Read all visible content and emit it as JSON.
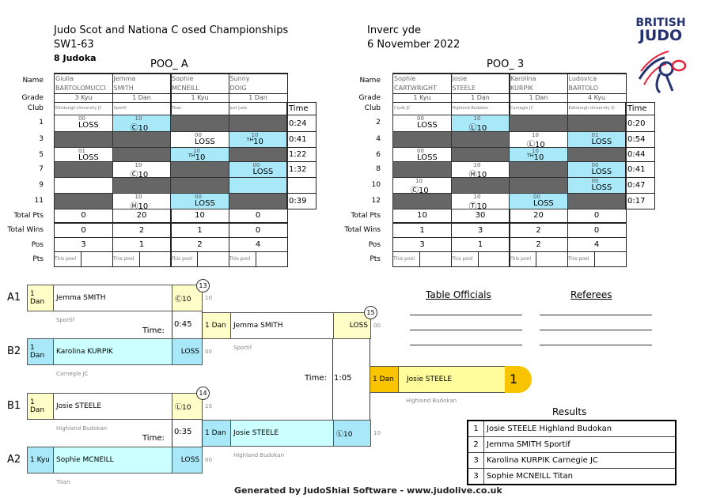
{
  "header": {
    "title": "Judo Scot and Nationa  C osed Championships",
    "category": "SW1-63",
    "judoka_count": "8 Judoka",
    "venue": "Inverc yde",
    "date": "6 November 2022"
  },
  "logo": {
    "line1": "BRITISH",
    "line2": "JUDO",
    "colors": {
      "navy": "#253272",
      "red": "#e4233b"
    }
  },
  "row_labels": {
    "name": "Name",
    "grade": "Grade",
    "club": "Club",
    "time": "Time",
    "total_pts": "Total Pts",
    "total_wins": "Total Wins",
    "pos": "Pos",
    "pts": "Pts",
    "this_pool": "This pool"
  },
  "pools": [
    {
      "title": "POO_ A",
      "players": [
        {
          "first": "Giulia",
          "last": "BARTOLOMUCCI",
          "grade": "3 Kyu",
          "club": "Edinburgh University JC",
          "total_pts": "0",
          "total_wins": "0",
          "pos": "3"
        },
        {
          "first": "Jemma",
          "last": "SMITH",
          "grade": "1 Dan",
          "club": "Sportif",
          "total_pts": "20",
          "total_wins": "2",
          "pos": "1"
        },
        {
          "first": "Sophie",
          "last": "MCNEILL",
          "grade": "1 Kyu",
          "club": "Titan",
          "total_pts": "10",
          "total_wins": "1",
          "pos": "2"
        },
        {
          "first": "Sunny",
          "last": "DOIG",
          "grade": "1 Dan",
          "club": "Just Judo",
          "total_pts": "0",
          "total_wins": "0",
          "pos": "4"
        }
      ],
      "matches": [
        {
          "no": "1",
          "time": "0:24",
          "cells": [
            {
              "bg": "w",
              "score": "00",
              "result": "LOSS"
            },
            {
              "bg": "b",
              "score": "10",
              "result": "Ⓒ10"
            },
            {
              "bg": "d"
            },
            {
              "bg": "d"
            }
          ]
        },
        {
          "no": "3",
          "time": "0:41",
          "cells": [
            {
              "bg": "d"
            },
            {
              "bg": "d"
            },
            {
              "bg": "w",
              "score": "00",
              "result": "LOSS"
            },
            {
              "bg": "b",
              "score": "10",
              "result": "ᵀᴴ10"
            }
          ]
        },
        {
          "no": "5",
          "time": "1:22",
          "cells": [
            {
              "bg": "w",
              "score": "01",
              "result": "LOSS"
            },
            {
              "bg": "d"
            },
            {
              "bg": "b",
              "score": "10",
              "result": "ᵀᴴ10"
            },
            {
              "bg": "d"
            }
          ]
        },
        {
          "no": "7",
          "time": "1:32",
          "cells": [
            {
              "bg": "d"
            },
            {
              "bg": "w",
              "score": "10",
              "result": "Ⓒ10"
            },
            {
              "bg": "d"
            },
            {
              "bg": "b",
              "score": "00",
              "result": "LOSS"
            }
          ]
        },
        {
          "no": "9",
          "time": "",
          "cells": [
            {
              "bg": "w"
            },
            {
              "bg": "d"
            },
            {
              "bg": "d"
            },
            {
              "bg": "b"
            }
          ]
        },
        {
          "no": "11",
          "time": "0:39",
          "cells": [
            {
              "bg": "d"
            },
            {
              "bg": "w",
              "score": "10",
              "result": "Ⓗ10"
            },
            {
              "bg": "b",
              "score": "00",
              "result": "LOSS"
            },
            {
              "bg": "d"
            }
          ]
        }
      ]
    },
    {
      "title": "POO_ 3",
      "players": [
        {
          "first": "Sophie",
          "last": "CARTWRIGHT",
          "grade": "1 Kyu",
          "club": "Clyde JC",
          "total_pts": "10",
          "total_wins": "1",
          "pos": "3"
        },
        {
          "first": "Josie",
          "last": "STEELE",
          "grade": "1 Dan",
          "club": "Highland Budokan",
          "total_pts": "30",
          "total_wins": "3",
          "pos": "1"
        },
        {
          "first": "Karolina",
          "last": "KURPIK",
          "grade": "1 Dan",
          "club": "Carnegie JC",
          "total_pts": "20",
          "total_wins": "2",
          "pos": "2"
        },
        {
          "first": "Ludovica",
          "last": "BARTOLO",
          "grade": "4 Kyu",
          "club": "Edinburgh University JC",
          "total_pts": "0",
          "total_wins": "0",
          "pos": "4"
        }
      ],
      "matches": [
        {
          "no": "2",
          "time": "0:20",
          "cells": [
            {
              "bg": "w",
              "score": "00",
              "result": "LOSS"
            },
            {
              "bg": "b",
              "score": "10",
              "result": "Ⓛ10"
            },
            {
              "bg": "d"
            },
            {
              "bg": "d"
            }
          ]
        },
        {
          "no": "4",
          "time": "0:54",
          "cells": [
            {
              "bg": "d"
            },
            {
              "bg": "d"
            },
            {
              "bg": "w",
              "score": "10",
              "result": "Ⓛ10"
            },
            {
              "bg": "b",
              "score": "01",
              "result": "LOSS"
            }
          ]
        },
        {
          "no": "6",
          "time": "0:44",
          "cells": [
            {
              "bg": "w",
              "score": "00",
              "result": "LOSS"
            },
            {
              "bg": "d"
            },
            {
              "bg": "b",
              "score": "10",
              "result": "ᵀᴴ10"
            },
            {
              "bg": "d"
            }
          ]
        },
        {
          "no": "8",
          "time": "0:41",
          "cells": [
            {
              "bg": "d"
            },
            {
              "bg": "w",
              "score": "10",
              "result": "Ⓗ10"
            },
            {
              "bg": "d"
            },
            {
              "bg": "b",
              "score": "00",
              "result": "LOSS"
            }
          ]
        },
        {
          "no": "10",
          "time": "0:47",
          "cells": [
            {
              "bg": "w",
              "score": "10",
              "result": "Ⓒ10"
            },
            {
              "bg": "d"
            },
            {
              "bg": "d"
            },
            {
              "bg": "b",
              "score": "00",
              "result": "LOSS"
            }
          ]
        },
        {
          "no": "12",
          "time": "0:17",
          "cells": [
            {
              "bg": "d"
            },
            {
              "bg": "w",
              "score": "10",
              "result": "Ⓣ10"
            },
            {
              "bg": "b",
              "score": "00",
              "result": "LOSS"
            },
            {
              "bg": "d"
            }
          ]
        }
      ]
    }
  ],
  "bracket": {
    "time_label": "Time:",
    "sf1": {
      "no": "13",
      "time": "0:45",
      "top": {
        "seed": "A1",
        "grade": "1 Dan",
        "name": "Jemma SMITH",
        "club": "Sportif",
        "result": "Ⓒ10",
        "score": "10"
      },
      "bottom": {
        "seed": "B2",
        "grade": "1 Dan",
        "name": "Karolina KURPIK",
        "club": "Carnegie JC",
        "result": "LOSS",
        "score": "00"
      }
    },
    "sf2": {
      "no": "14",
      "time": "0:35",
      "top": {
        "seed": "B1",
        "grade": "1 Dan",
        "name": "Josie STEELE",
        "club": "Highland Budokan",
        "result": "Ⓛ10",
        "score": "10"
      },
      "bottom": {
        "seed": "A2",
        "grade": "1 Kyu",
        "name": "Sophie MCNEILL",
        "club": "Titan",
        "result": "LOSS",
        "score": "00"
      }
    },
    "final": {
      "no": "15",
      "time": "1:05",
      "top": {
        "grade": "1 Dan",
        "name": "Jemma SMITH",
        "club": "Sportif",
        "result": "LOSS",
        "score": "00"
      },
      "bottom": {
        "grade": "1 Dan",
        "name": "Josie STEELE",
        "club": "Highland Budokan",
        "result": "Ⓛ10",
        "score": "10"
      }
    },
    "winner": {
      "grade": "1 Dan",
      "name": "Josie STEELE",
      "club": "Highland Budokan",
      "place": "1"
    }
  },
  "officials": {
    "table_officials": "Table Officials",
    "referees": "Referees"
  },
  "results": {
    "title": "Results",
    "rows": [
      {
        "place": "1",
        "text": "Josie STEELE Highland Budokan"
      },
      {
        "place": "2",
        "text": "Jemma SMITH Sportif"
      },
      {
        "place": "3",
        "text": "Karolina KURPIK Carnegie JC"
      },
      {
        "place": "3",
        "text": "Sophie MCNEILL Titan"
      }
    ]
  },
  "footer": "Generated by JudoShiai Software - www.judolive.co.uk"
}
